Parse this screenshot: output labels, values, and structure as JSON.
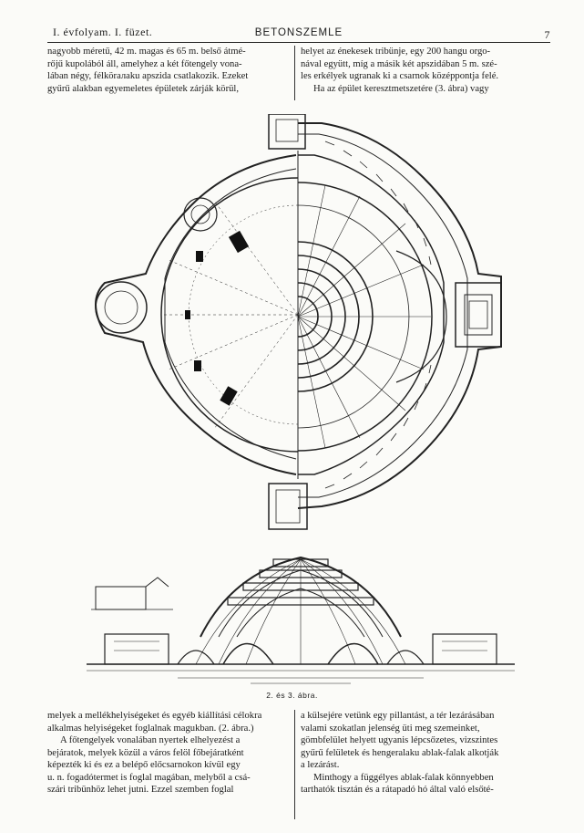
{
  "header": {
    "left": "I. évfolyam. I. füzet.",
    "center": "BETONSZEMLE",
    "page_number": "7"
  },
  "columns": {
    "top_left": [
      "nagyobb méretű, 42 m. magas és 65 m. belső átmé-",
      "rőjű kupolából áll, amelyhez a két főtengely vona-",
      "lában négy, félkörалaku apszida csatlakozik. Ezeket",
      "gyűrű alakban egyemeletes épületek zárják körül,"
    ],
    "top_right": [
      "helyet az énekesek tribünje, egy 200 hangu orgo-",
      "nával együtt, míg a másik két apszidában 5 m. szé-",
      "les erkélyek ugranak ki a csarnok középpontja felé.",
      "Ha az épület keresztmetszetére (3. ábra) vagy"
    ],
    "bottom_left": [
      "melyek a mellékhelyiségeket és egyéb kiállítási célokra",
      "alkalmas helyiségeket foglalnak magukban. (2. ábra.)",
      "A főtengelyek vonalában nyertek elhelyezést a",
      "bejáratok, melyek közül a város felöl főbejáratként",
      "képezték ki és ez a belépő előcsarnokon kívül egy",
      "u. n. fogadótermet is foglal magában, melyből a csá-",
      "szári tribünhöz lehet jutni. Ezzel szemben foglal"
    ],
    "bottom_right": [
      "a külsejére vetünk egy pillantást, a tér lezárásában",
      "valami szokatlan jelenség üti meg szemeinket,",
      "gömbfelület helyett ugyanis lépcsőzetes, vizszintes",
      "gyűrű felületek és hengeralaku ablak-falak alkotják",
      "a lezárást.",
      "Minthogy a függélyes ablak-falak könnyebben",
      "tarthatók tisztán és a rátapadó hó által való elsőté-"
    ]
  },
  "figure_caption": "2. és 3. ábra."
}
